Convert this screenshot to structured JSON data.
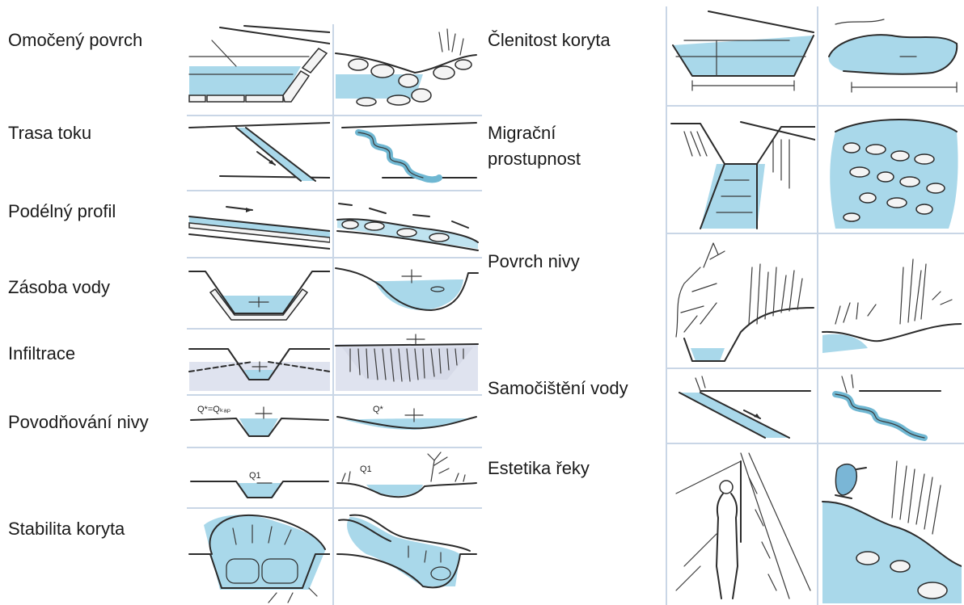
{
  "left_labels": [
    "Omočený povrch",
    "Trasa toku",
    "Podélný profil",
    "Zásoba vody",
    "Infiltrace",
    "Povodňování nivy",
    "Stabilita koryta"
  ],
  "right_labels": [
    "Členitost koryta",
    "Migrační",
    "prostupnost",
    "Povrch nivy",
    "Samočištění vody",
    "Estetika řeky"
  ],
  "sketch_text": {
    "q_star_eq": "Q*=Qₖₐₚ",
    "q_star": "Q*",
    "q1_left": "Q1",
    "q1_right": "Q1"
  },
  "colors": {
    "water": "#a9d8ea",
    "grid_line": "#c9d6e6",
    "ink": "#2b2b2b"
  }
}
